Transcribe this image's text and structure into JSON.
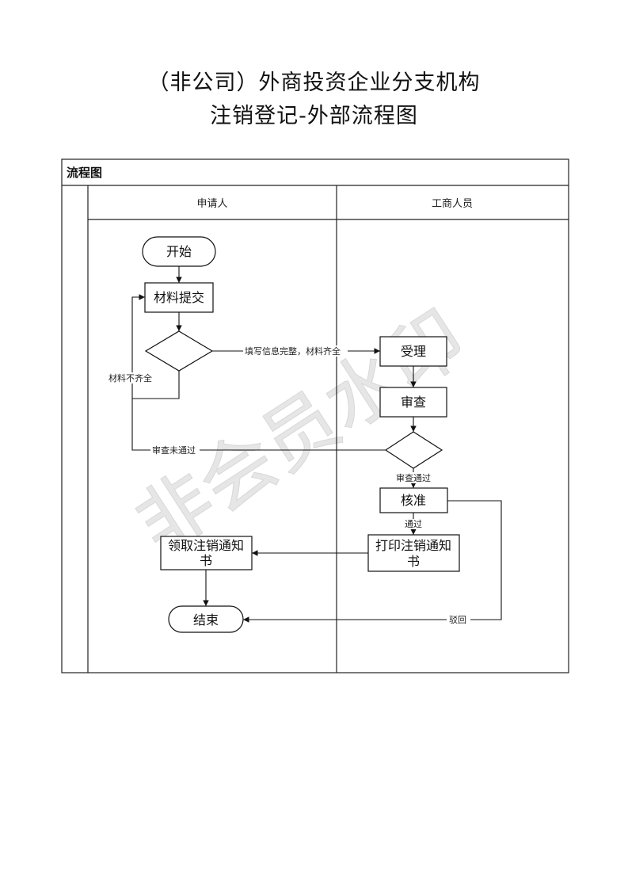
{
  "document": {
    "title_line1": "（非公司）外商投资企业分支机构",
    "title_line2": "注销登记-外部流程图"
  },
  "flowchart": {
    "header": "流程图",
    "lanes": [
      "申请人",
      "工商人员"
    ],
    "nodes": {
      "start": "开始",
      "submit": "材料提交",
      "accept": "受理",
      "review": "审查",
      "approve": "核准",
      "print_line1": "打印注销通知",
      "print_line2": "书",
      "collect_line1": "领取注销通知",
      "collect_line2": "书",
      "end": "结束"
    },
    "edge_labels": {
      "complete": "填写信息完整，材料齐全",
      "incomplete": "材料不齐全",
      "not_passed": "审查未通过",
      "passed": "审查通过",
      "approved": "通过",
      "rejected": "驳回"
    }
  },
  "watermark": "非会员水印"
}
